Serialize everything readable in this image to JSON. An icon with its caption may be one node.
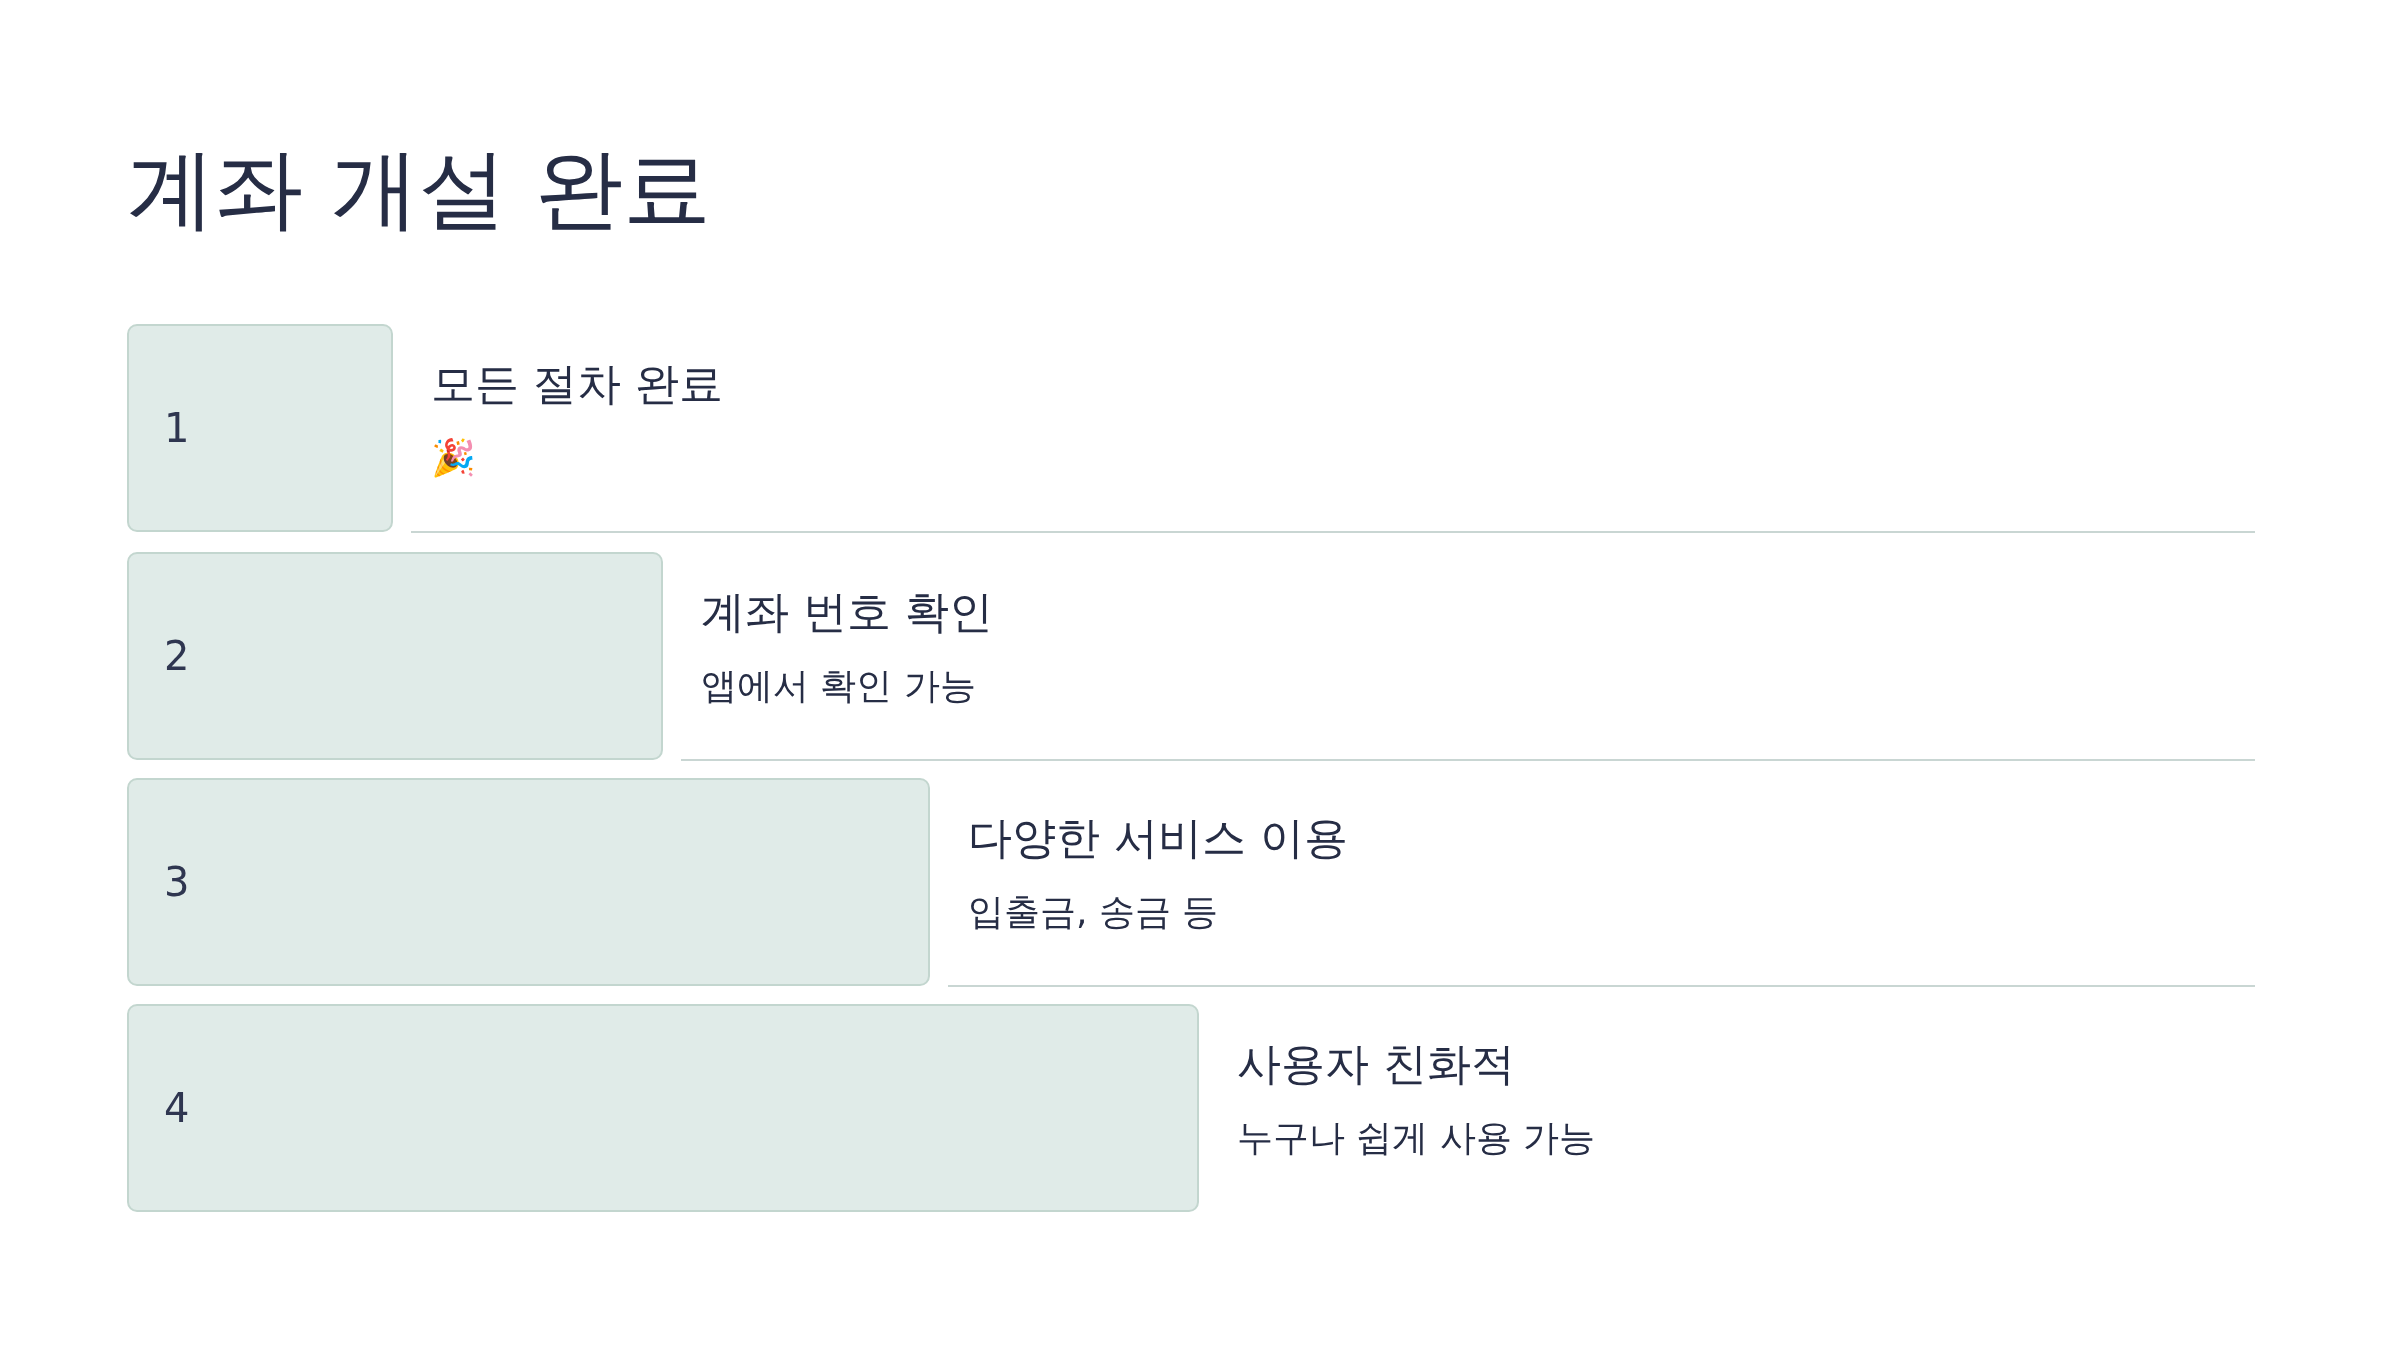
{
  "diagram": {
    "title": "계좌 개설 완료",
    "nodes": [
      {
        "text": [
          "1"
        ],
        "beside": [
          "모든 절차 완료",
          "🎉"
        ]
      },
      {
        "text": [
          "2"
        ],
        "beside": [
          "계좌 번호 확인",
          "앱에서 확인 가능"
        ]
      },
      {
        "text": [
          "3"
        ],
        "beside": [
          "다양한 서비스 이용",
          "입출금, 송금 등"
        ]
      },
      {
        "text": [
          "4"
        ],
        "beside": [
          "사용자 친화적",
          "누구나 쉽게 사용 가능"
        ]
      }
    ]
  }
}
